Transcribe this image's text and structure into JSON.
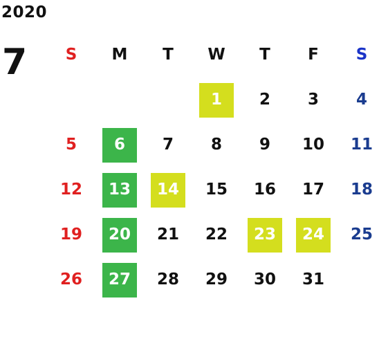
{
  "year": "2020",
  "month": "7",
  "colors": {
    "sunday": "#e02020",
    "saturday": "#1a3c8f",
    "weekday": "#111111",
    "highlight_green": "#3cb54a",
    "highlight_yellow": "#d4de1e"
  },
  "weekdays": [
    "S",
    "M",
    "T",
    "W",
    "T",
    "F",
    "S"
  ],
  "weeks": [
    [
      {
        "day": "",
        "hl": ""
      },
      {
        "day": "",
        "hl": ""
      },
      {
        "day": "",
        "hl": ""
      },
      {
        "day": "1",
        "hl": "yellow"
      },
      {
        "day": "2",
        "hl": ""
      },
      {
        "day": "3",
        "hl": ""
      },
      {
        "day": "4",
        "hl": ""
      }
    ],
    [
      {
        "day": "5",
        "hl": ""
      },
      {
        "day": "6",
        "hl": "green"
      },
      {
        "day": "7",
        "hl": ""
      },
      {
        "day": "8",
        "hl": ""
      },
      {
        "day": "9",
        "hl": ""
      },
      {
        "day": "10",
        "hl": ""
      },
      {
        "day": "11",
        "hl": ""
      }
    ],
    [
      {
        "day": "12",
        "hl": ""
      },
      {
        "day": "13",
        "hl": "green"
      },
      {
        "day": "14",
        "hl": "yellow"
      },
      {
        "day": "15",
        "hl": ""
      },
      {
        "day": "16",
        "hl": ""
      },
      {
        "day": "17",
        "hl": ""
      },
      {
        "day": "18",
        "hl": ""
      }
    ],
    [
      {
        "day": "19",
        "hl": ""
      },
      {
        "day": "20",
        "hl": "green"
      },
      {
        "day": "21",
        "hl": ""
      },
      {
        "day": "22",
        "hl": ""
      },
      {
        "day": "23",
        "hl": "yellow"
      },
      {
        "day": "24",
        "hl": "yellow"
      },
      {
        "day": "25",
        "hl": ""
      }
    ],
    [
      {
        "day": "26",
        "hl": ""
      },
      {
        "day": "27",
        "hl": "green"
      },
      {
        "day": "28",
        "hl": ""
      },
      {
        "day": "29",
        "hl": ""
      },
      {
        "day": "30",
        "hl": ""
      },
      {
        "day": "31",
        "hl": ""
      },
      {
        "day": "",
        "hl": ""
      }
    ]
  ]
}
